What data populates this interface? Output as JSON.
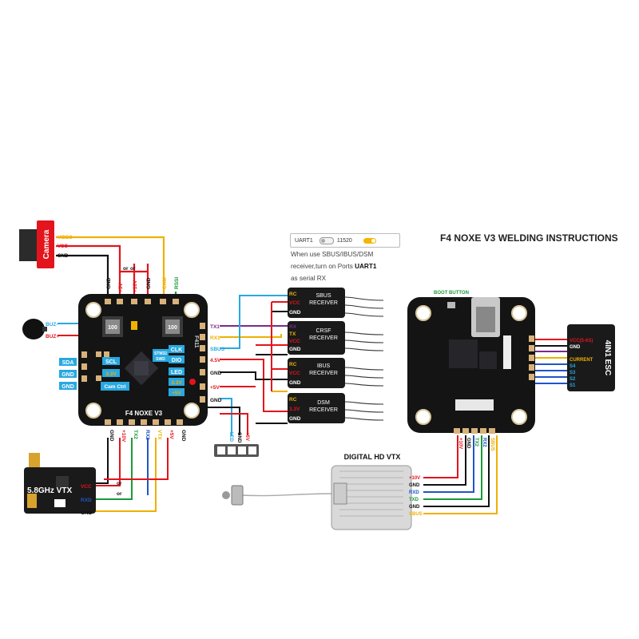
{
  "title": "F4 NOXE V3 WELDING INSTRUCTIONS",
  "uart_box": {
    "port": "UART1",
    "value": "11520"
  },
  "note": {
    "text": "When use SBUS/IBUS/DSM receiver,turn on Ports",
    "port": "UART1",
    "tail": "as serial RX"
  },
  "camera": {
    "label": "Camera",
    "pins": [
      "VIDEO",
      "VCC",
      "GND"
    ]
  },
  "buzzer": {
    "pins": [
      "BUZ-",
      "BUZ+"
    ]
  },
  "fc_top_pads": [
    "GND",
    "+5V",
    "or",
    "+10V",
    "GND",
    "CAM",
    "RSSI"
  ],
  "fc_side_labels": {
    "tx1": "TX1",
    "rx1": "RX1",
    "sbus": "SBUS",
    "v45": "4.5V",
    "gnd1": "GND",
    "v5": "+5V",
    "gnd2": "GND"
  },
  "fc_left_labels": {
    "sda": "SDA",
    "gnd1": "GND",
    "gnd2": "GND",
    "scl": "SCL",
    "v33": "3.3V",
    "cam": "Cam Ctrl"
  },
  "fc_board": {
    "name": "F4 NOXE V3",
    "chip1": "STM32",
    "chip2": "SWD",
    "clk": "CLK",
    "dio": "DIO",
    "led": "LED",
    "v33": "3.3V",
    "v5": "+5V",
    "f411": "F411",
    "inductor": "100"
  },
  "fc_bottom_pads": [
    "GND",
    "+10V",
    "TX2",
    "RX2",
    "VTX",
    "+5V",
    "GND"
  ],
  "led_strip": {
    "pins": [
      "LED",
      "GND",
      "+5V"
    ]
  },
  "vtx": {
    "label": "5.8GHz VTX",
    "pins": [
      "VCC",
      "RXD",
      "GND"
    ],
    "or": "or"
  },
  "receivers": [
    {
      "name": "SBUS",
      "sub": "RECEIVER",
      "pins": [
        "RC",
        "VCC",
        "GND"
      ]
    },
    {
      "name": "CRSF",
      "sub": "RECEIVER",
      "pins": [
        "RX",
        "TX",
        "VCC",
        "GND"
      ]
    },
    {
      "name": "IBUS",
      "sub": "RECEIVER",
      "pins": [
        "RC",
        "VCC",
        "GND"
      ]
    },
    {
      "name": "DSM",
      "sub": "RECEIVER",
      "pins": [
        "RC",
        "3.3V",
        "GND"
      ]
    }
  ],
  "boot_button": "BOOT BUTTON",
  "esc": {
    "label": "4IN1 ESC",
    "pins": [
      "VCC(5-6S)",
      "GND",
      "CURRENT",
      "S4",
      "S3",
      "S2",
      "S1"
    ]
  },
  "fc2_bottom_pads": [
    "+10V",
    "GND",
    "TX2",
    "RX2",
    "SBUS"
  ],
  "hd_vtx": {
    "label": "DIGITAL HD VTX",
    "pins": [
      "+10V",
      "GND",
      "RXD",
      "TXD",
      "GND",
      "SBUS"
    ]
  },
  "colors": {
    "red": "#e3141c",
    "black": "#111111",
    "blue": "#1f55c8",
    "green": "#1a9a3a",
    "yellow": "#f0b000",
    "cyan": "#29a8e0",
    "purple": "#7a2a8c"
  }
}
